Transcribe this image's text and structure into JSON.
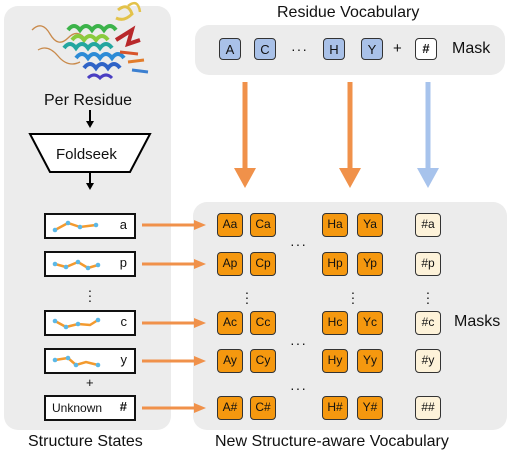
{
  "title_residue_vocab": "Residue Vocabulary",
  "residue_tokens": [
    "A",
    "C",
    "H",
    "Y"
  ],
  "ellipsis": "···",
  "plus": "+",
  "mask_token": "#",
  "mask_label": "Mask",
  "per_residue_label": "Per Residue",
  "foldseek_label": "Foldseek",
  "states": [
    "a",
    "p",
    "c",
    "y"
  ],
  "unknown_label": "Unknown",
  "unknown_symbol": "#",
  "rows": [
    {
      "tokens": [
        "Aa",
        "Ca",
        "Ha",
        "Ya"
      ],
      "mask": "#a"
    },
    {
      "tokens": [
        "Ap",
        "Cp",
        "Hp",
        "Yp"
      ],
      "mask": "#p"
    },
    {
      "tokens": [
        "Ac",
        "Cc",
        "Hc",
        "Yc"
      ],
      "mask": "#c"
    },
    {
      "tokens": [
        "Ay",
        "Cy",
        "Hy",
        "Yy"
      ],
      "mask": "#y"
    },
    {
      "tokens": [
        "A#",
        "C#",
        "H#",
        "Y#"
      ],
      "mask": "##"
    }
  ],
  "masks_label": "Masks",
  "structure_states_label": "Structure States",
  "new_vocab_label": "New Structure-aware Vocabulary",
  "colors": {
    "panel": "#ececec",
    "residue_token": "#a9c1e8",
    "structure_token": "#f5980f",
    "mask_token_fill": "#fdf2d9",
    "orange_arrow": "#f0914a",
    "blue_arrow": "#a7c3ec"
  }
}
